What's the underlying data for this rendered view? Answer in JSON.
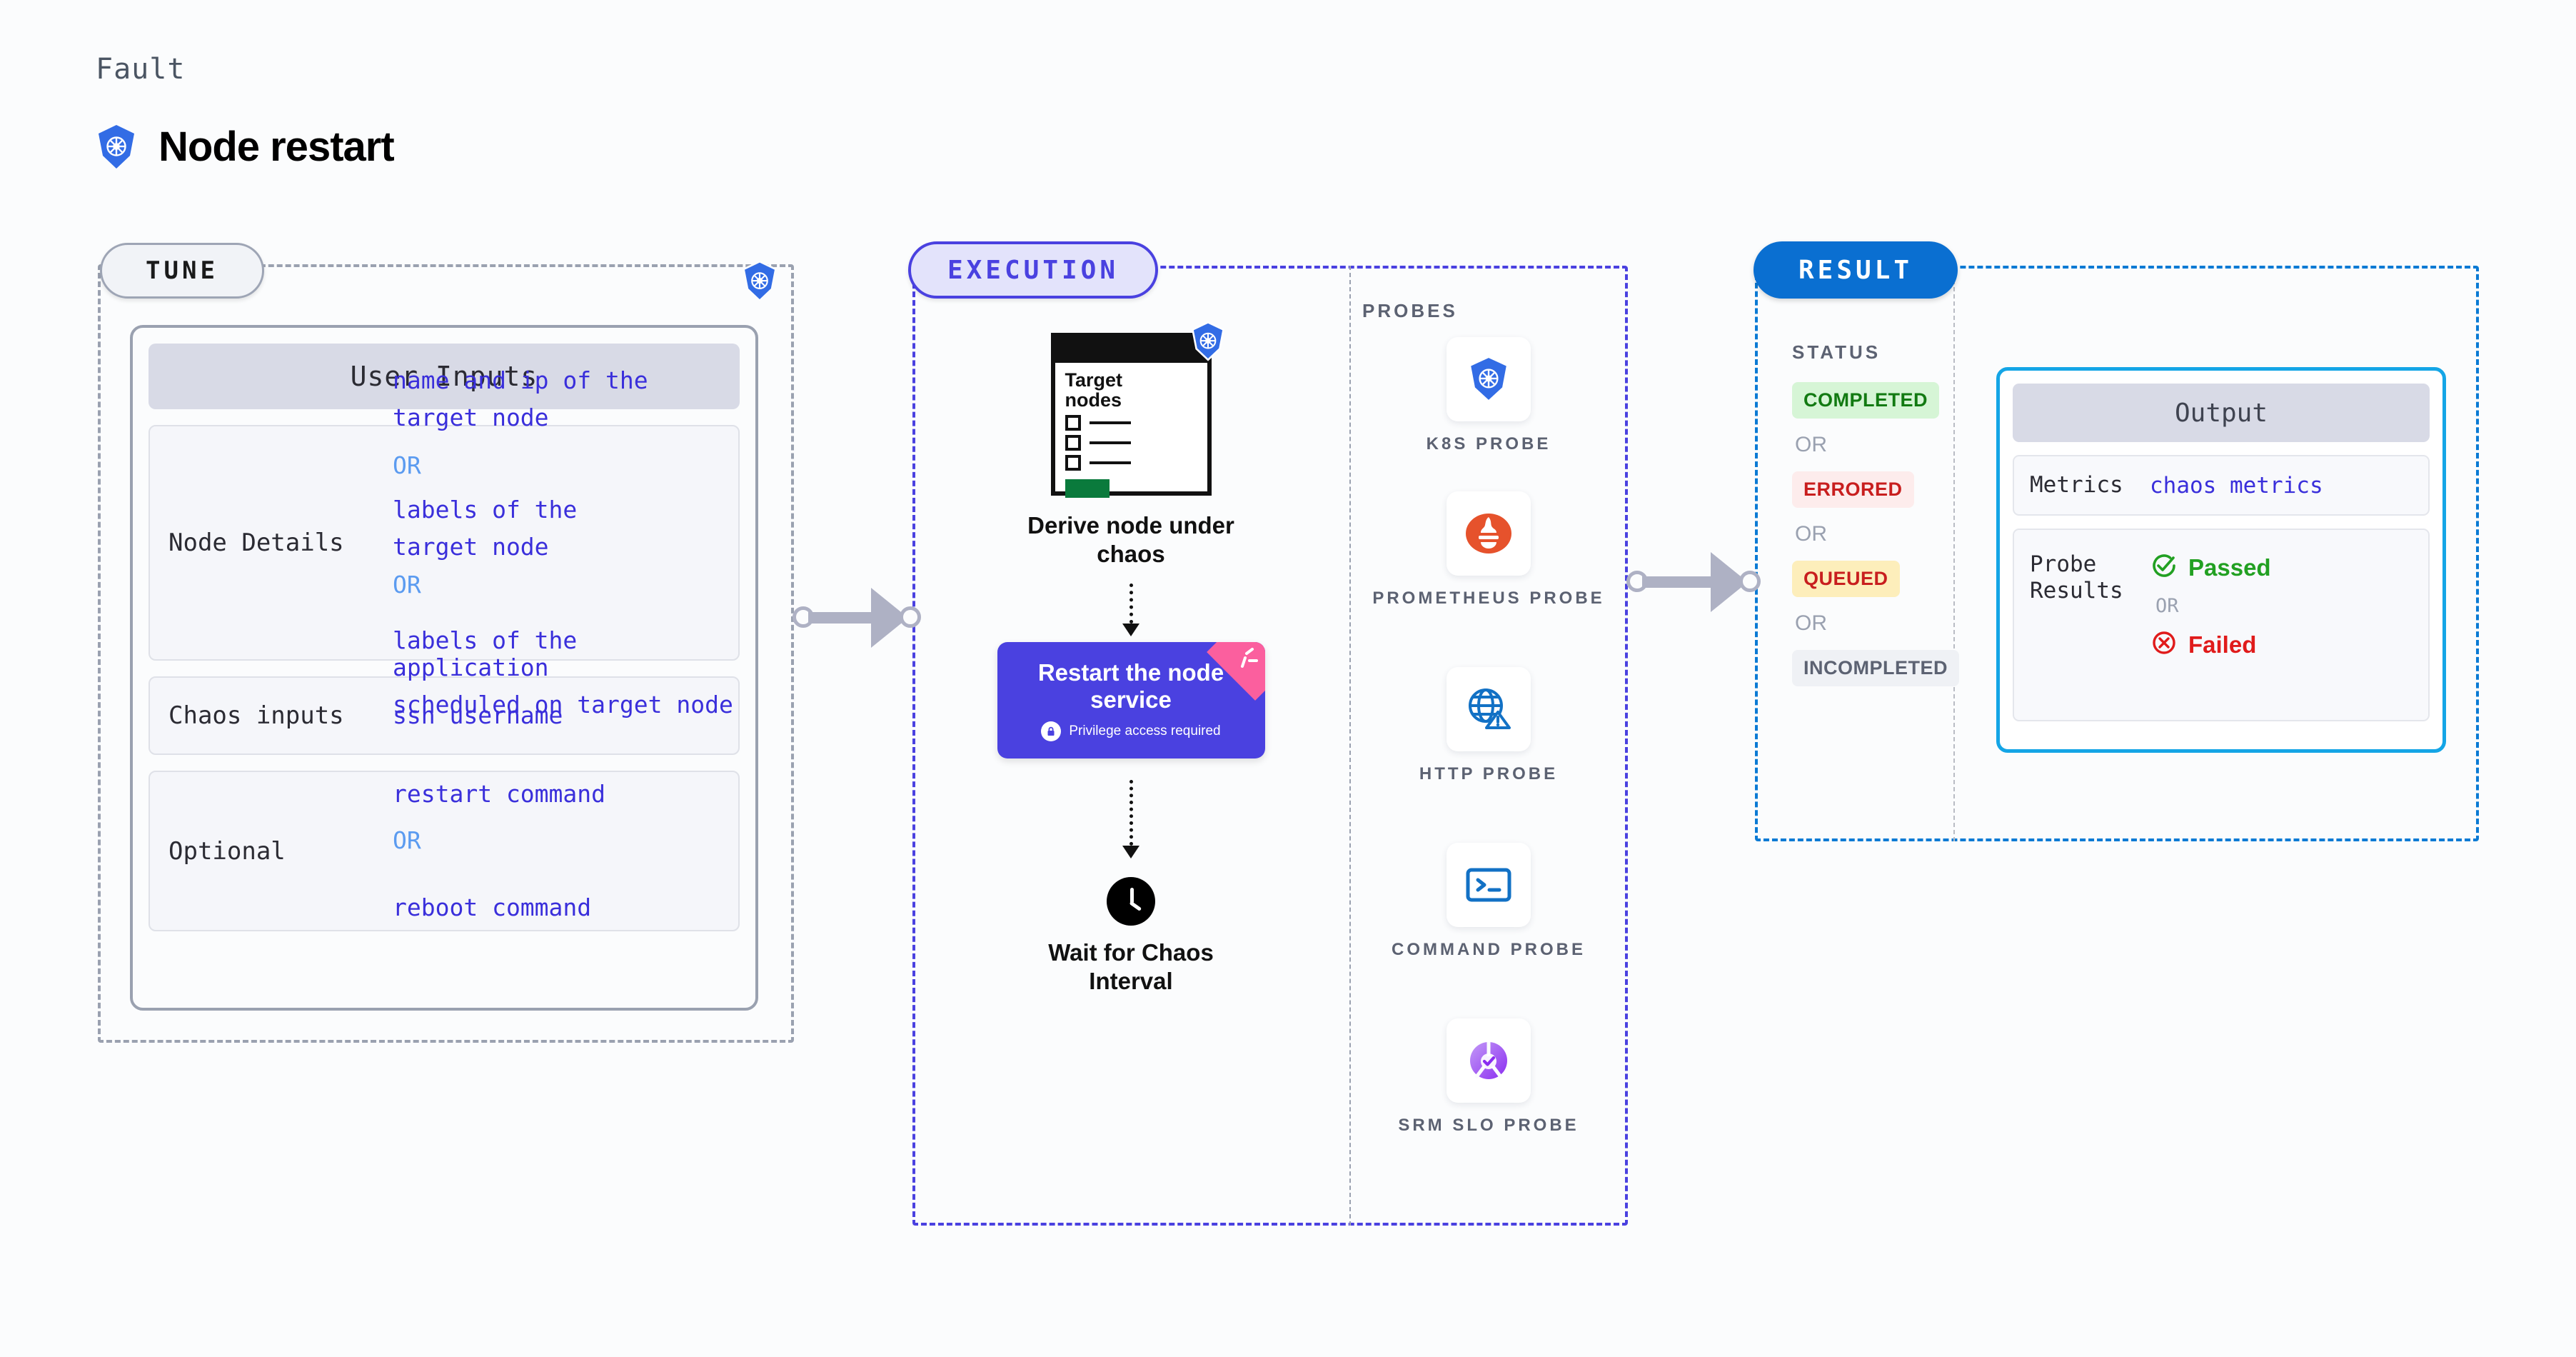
{
  "header": {
    "kicker": "Fault",
    "title": "Node restart",
    "icon": "kubernetes-icon"
  },
  "sections": {
    "tune": {
      "pill": "TUNE",
      "badge_icon": "kubernetes-icon"
    },
    "execution": {
      "pill": "EXECUTION"
    },
    "result": {
      "pill": "RESULT"
    }
  },
  "tune": {
    "card_title": "User Inputs",
    "rows": [
      {
        "key": "Node Details",
        "values": [
          {
            "type": "value",
            "text": "name and ip of the"
          },
          {
            "type": "value",
            "text": "target node"
          },
          {
            "type": "or",
            "text": "OR"
          },
          {
            "type": "value",
            "text": "labels of the"
          },
          {
            "type": "value",
            "text": "target node"
          },
          {
            "type": "or",
            "text": "OR"
          },
          {
            "type": "value",
            "text": "labels of the application"
          },
          {
            "type": "value",
            "text": " scheduled on target node"
          }
        ]
      },
      {
        "key": "Chaos inputs",
        "values": [
          {
            "type": "value",
            "text": "ssh username"
          }
        ]
      },
      {
        "key": "Optional",
        "values": [
          {
            "type": "value",
            "text": "restart command"
          },
          {
            "type": "or",
            "text": "OR"
          },
          {
            "type": "value",
            "text": "reboot command"
          }
        ]
      }
    ]
  },
  "execution": {
    "node_doc": {
      "title_line1": "Target",
      "title_line2": "nodes",
      "checkbox_count": 3,
      "badge_icon": "kubernetes-icon"
    },
    "derive_caption_line1": "Derive node under",
    "derive_caption_line2": "chaos",
    "restart": {
      "title_line1": "Restart the node",
      "title_line2": "service",
      "note": "Privilege access required",
      "note_icon": "lock-icon",
      "corner_icon": "chaos-flag-icon"
    },
    "wait": {
      "icon": "clock-icon",
      "caption_line1": "Wait for Chaos",
      "caption_line2": "Interval"
    }
  },
  "probes": {
    "label": "PROBES",
    "items": [
      {
        "name": "K8S PROBE",
        "icon": "kubernetes-icon"
      },
      {
        "name": "PROMETHEUS PROBE",
        "icon": "prometheus-icon"
      },
      {
        "name": "HTTP PROBE",
        "icon": "globe-alert-icon"
      },
      {
        "name": "COMMAND PROBE",
        "icon": "terminal-icon"
      },
      {
        "name": "SRM SLO PROBE",
        "icon": "srm-slo-icon"
      }
    ]
  },
  "result": {
    "status_label": "STATUS",
    "or_label": "OR",
    "statuses": [
      {
        "text": "COMPLETED",
        "style": "completed"
      },
      {
        "text": "ERRORED",
        "style": "errored"
      },
      {
        "text": "QUEUED",
        "style": "queued"
      },
      {
        "text": "INCOMPLETED",
        "style": "incompleted"
      }
    ],
    "output": {
      "title": "Output",
      "metrics_key": "Metrics",
      "metrics_value": "chaos metrics",
      "probe_key_line1": "Probe",
      "probe_key_line2": "Results",
      "passed": "Passed",
      "failed": "Failed",
      "or_label": "OR",
      "passed_icon": "check-circle-icon",
      "failed_icon": "x-circle-icon"
    }
  },
  "colors": {
    "kubernetes_blue": "#326ce5",
    "execution_purple": "#4a41e0",
    "result_blue": "#0a6fd1",
    "output_border": "#14a5e6",
    "passed_green": "#22a022",
    "failed_red": "#e01b1b",
    "flag_pink": "#fb5f9e",
    "connector_gray": "#aeb1c4"
  }
}
